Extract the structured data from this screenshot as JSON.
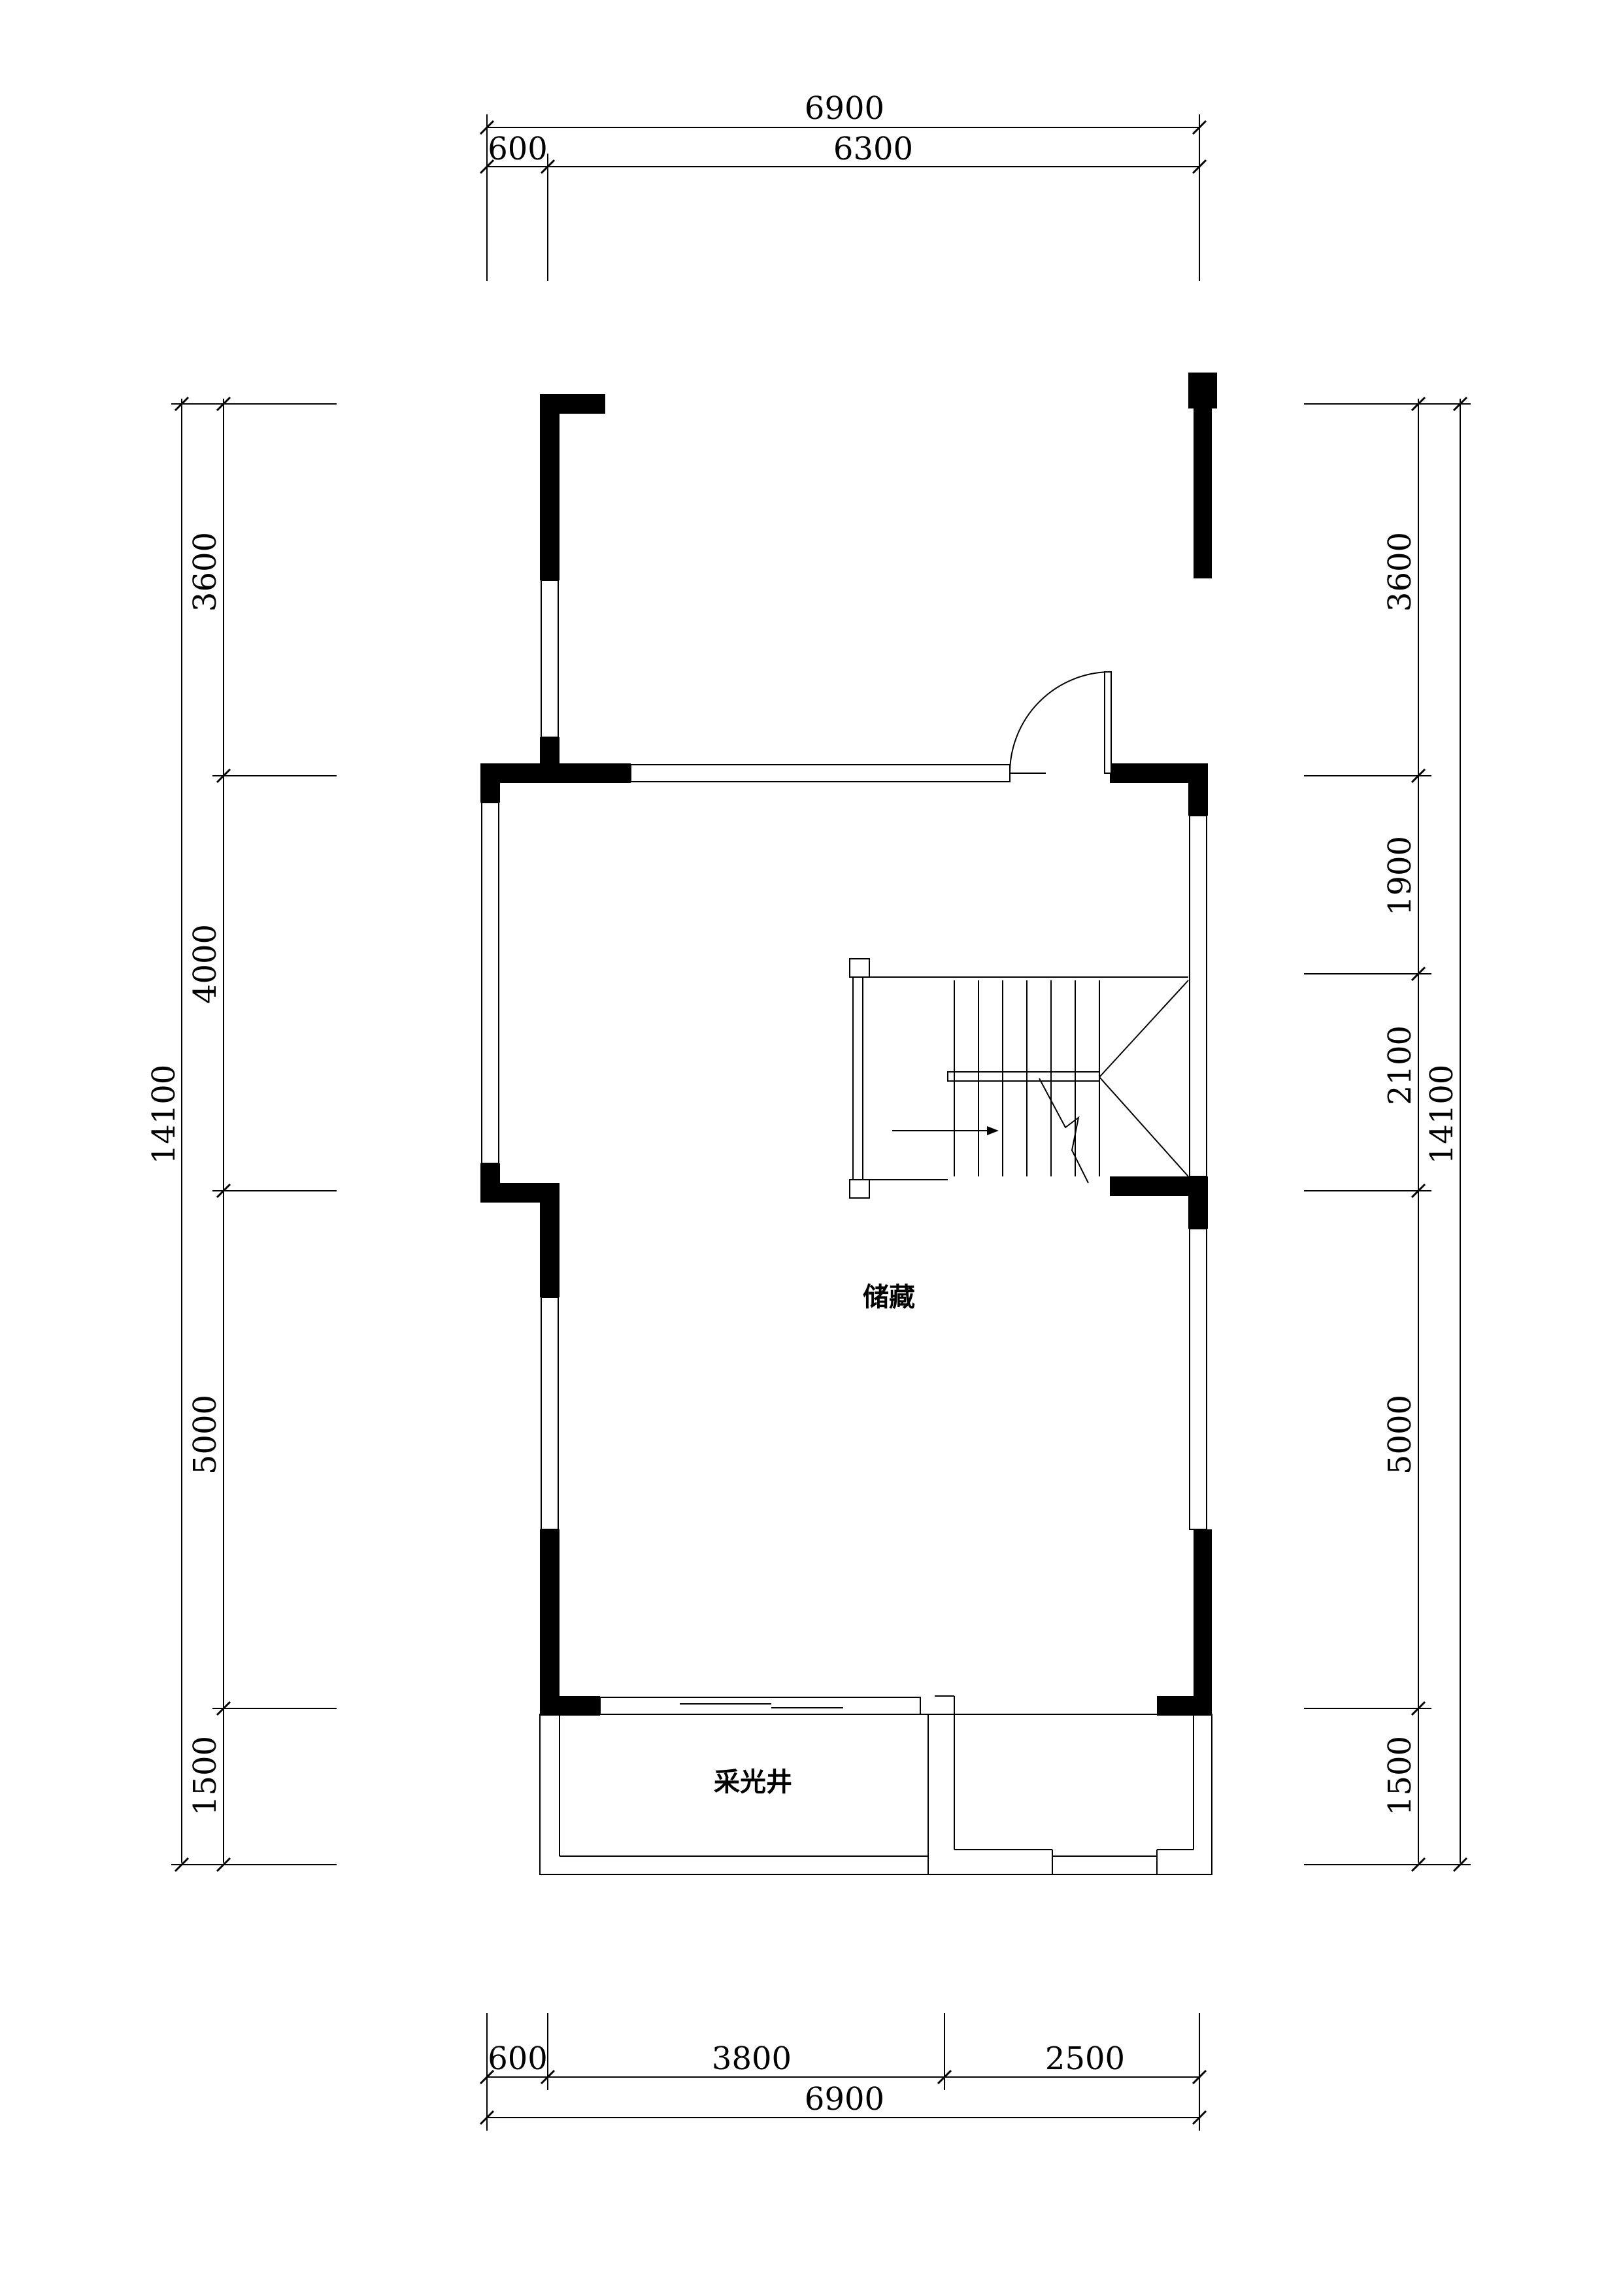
{
  "top_dims": {
    "overall": "6900",
    "left_segment": "600",
    "right_segment": "6300"
  },
  "bottom_dims": {
    "seg1": "600",
    "seg2": "3800",
    "seg3": "2500",
    "overall": "6900"
  },
  "left_dims": {
    "seg1": "3600",
    "seg2": "4000",
    "seg3": "5000",
    "seg4": "1500",
    "overall": "14100"
  },
  "right_dims": {
    "seg1": "3600",
    "seg2": "1900",
    "seg3": "2100",
    "seg4": "5000",
    "seg5": "1500",
    "overall": "14100"
  },
  "rooms": {
    "storage": "储藏",
    "light_well": "采光井"
  }
}
